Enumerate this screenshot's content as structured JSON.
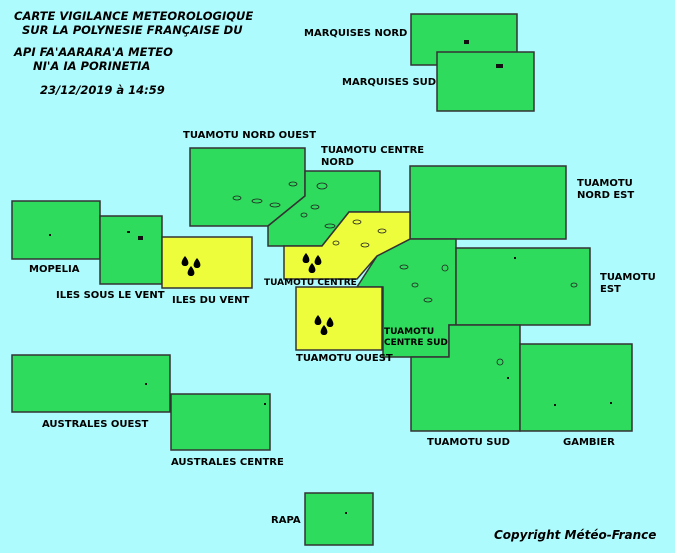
{
  "header": {
    "line1": "CARTE VIGILANCE METEOROLOGIQUE",
    "line2": "SUR LA POLYNESIE FRANÇAISE DU",
    "line3": "API FA'AARARA'A METEO",
    "line4": "NI'A IA PORINETIA",
    "datetime": "23/12/2019 à 14:59"
  },
  "legend_colors": {
    "green": "#2edb5c",
    "yellow": "#eefd3b",
    "ocean": "#aefbfd",
    "border": "#333333"
  },
  "zones": [
    {
      "id": "marquises-nord",
      "name": "MARQUISES NORD",
      "vigilance": "green"
    },
    {
      "id": "marquises-sud",
      "name": "MARQUISES SUD",
      "vigilance": "green"
    },
    {
      "id": "tuamotu-nord-ouest",
      "name": "TUAMOTU NORD OUEST",
      "vigilance": "green"
    },
    {
      "id": "tuamotu-centre-nord",
      "name": "TUAMOTU CENTRE NORD",
      "vigilance": "green"
    },
    {
      "id": "tuamotu-nord-est",
      "name": "TUAMOTU NORD EST",
      "vigilance": "green"
    },
    {
      "id": "mopelia",
      "name": "MOPELIA",
      "vigilance": "green"
    },
    {
      "id": "iles-sous-le-vent",
      "name": "ILES SOUS LE VENT",
      "vigilance": "green"
    },
    {
      "id": "iles-du-vent",
      "name": "ILES DU VENT",
      "vigilance": "yellow",
      "hazard": "rain"
    },
    {
      "id": "tuamotu-centre",
      "name": "TUAMOTU CENTRE",
      "vigilance": "yellow",
      "hazard": "rain"
    },
    {
      "id": "tuamotu-centre-sud",
      "name": "TUAMOTU CENTRE SUD",
      "vigilance": "green"
    },
    {
      "id": "tuamotu-est",
      "name": "TUAMOTU EST",
      "vigilance": "green"
    },
    {
      "id": "tuamotu-ouest",
      "name": "TUAMOTU OUEST",
      "vigilance": "yellow",
      "hazard": "rain"
    },
    {
      "id": "australes-ouest",
      "name": "AUSTRALES OUEST",
      "vigilance": "green"
    },
    {
      "id": "australes-centre",
      "name": "AUSTRALES CENTRE",
      "vigilance": "green"
    },
    {
      "id": "tuamotu-sud",
      "name": "TUAMOTU SUD",
      "vigilance": "green"
    },
    {
      "id": "gambier",
      "name": "GAMBIER",
      "vigilance": "green"
    },
    {
      "id": "rapa",
      "name": "RAPA",
      "vigilance": "green"
    }
  ],
  "labels": {
    "marquises_nord": "MARQUISES NORD",
    "marquises_sud": "MARQUISES SUD",
    "tuamotu_nord_ouest": "TUAMOTU NORD OUEST",
    "tuamotu_centre_nord_1": "TUAMOTU CENTRE",
    "tuamotu_centre_nord_2": "NORD",
    "tuamotu_nord_est_1": "TUAMOTU",
    "tuamotu_nord_est_2": "NORD EST",
    "mopelia": "MOPELIA",
    "iles_sous_le_vent": "ILES SOUS LE VENT",
    "iles_du_vent": "ILES DU VENT",
    "tuamotu_centre": "TUAMOTU CENTRE",
    "tuamotu_est_1": "TUAMOTU",
    "tuamotu_est_2": "EST",
    "tuamotu_centre_sud_1": "TUAMOTU",
    "tuamotu_centre_sud_2": "CENTRE SUD",
    "tuamotu_ouest": "TUAMOTU OUEST",
    "australes_ouest": "AUSTRALES OUEST",
    "australes_centre": "AUSTRALES CENTRE",
    "tuamotu_sud": "TUAMOTU SUD",
    "gambier": "GAMBIER",
    "rapa": "RAPA"
  },
  "copyright": "Copyright Météo-France"
}
